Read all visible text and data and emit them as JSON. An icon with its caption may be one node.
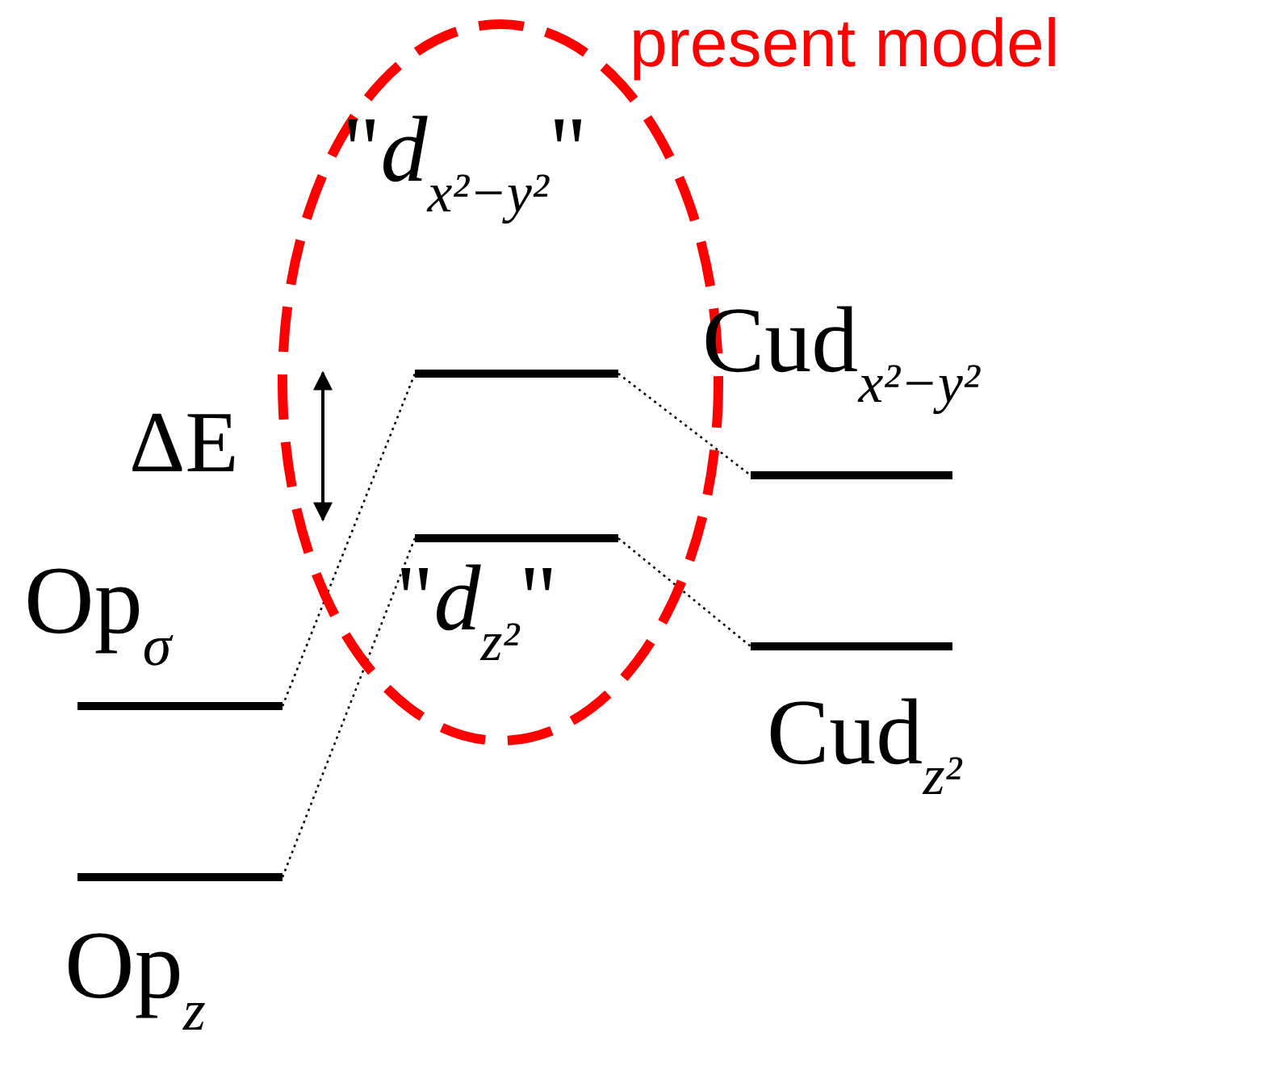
{
  "diagram": {
    "nodes": [
      {
        "text": [
          "present model"
        ]
      },
      {
        "text": [
          "\"*d*$_{x²−y²}$\""
        ],
        "in": 0
      },
      {
        "text": [
          "\"*d*$_{z²}$\""
        ],
        "in": 0
      },
      {
        "text": [
          "Cud$_{x²−y²}$"
        ]
      },
      {
        "text": [
          "Cud$_{z²}$"
        ]
      },
      {
        "text": [
          "Op$_{σ}$"
        ]
      },
      {
        "text": [
          "Op$_{z}$"
        ]
      }
    ],
    "edges": [
      {
        "from": 5,
        "to": 1,
        "arrow": "none"
      },
      {
        "from": 6,
        "to": 2,
        "arrow": "none"
      },
      {
        "from": 1,
        "to": 3,
        "arrow": "none"
      },
      {
        "from": 2,
        "to": 4,
        "arrow": "none"
      }
    ],
    "labels": [
      "ΔE"
    ]
  }
}
